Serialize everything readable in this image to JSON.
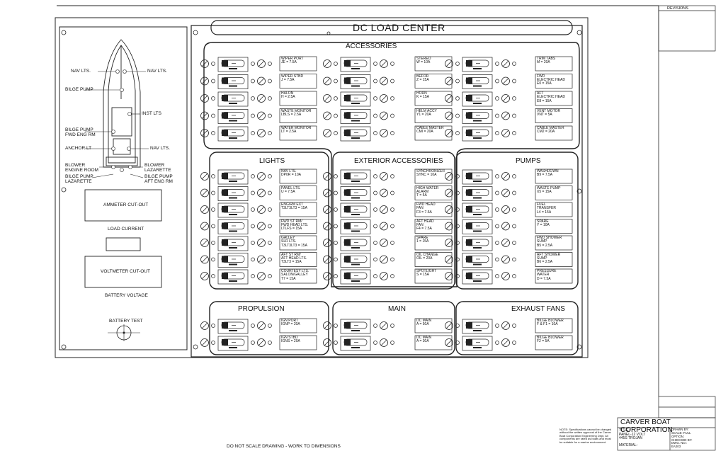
{
  "title": "DC LOAD CENTER",
  "sections": {
    "accessories": "ACCESSORIES",
    "lights": "LIGHTS",
    "exterior": "EXTERIOR ACCESSORIES",
    "pumps": "PUMPS",
    "propulsion": "PROPULSION",
    "main": "MAIN",
    "exhaust": "EXHAUST FANS"
  },
  "accessories_left": [
    "WIPER PORT\nJE = 7.5A",
    "WIPER STBD\nJ = 7.5A",
    "HALON\nH = 2.5A",
    "WASTE MONITOR\nLBLS = 2.5A",
    "WATER MONITOR\nLT = 2.5A"
  ],
  "accessories_mid": [
    "STEREO\nW = 10A",
    "BEFOR\nZ = 15A",
    "HORN\nK = 15A",
    "HELM ACCY\nY1 = 20A",
    "CABLE MASTER\nCMI = 20A"
  ],
  "accessories_right": [
    "TRIM TABS\nM = 20A",
    "FWD\nELECTRIC HEAD\nE0 = 15A",
    "AFT\nELECTRIC HEAD\nE8 = 15A",
    "VENT MOTOR\nVNT = 5A",
    "CABLE MASTER\nCM2 = 20A"
  ],
  "lights": [
    "NAV LTS.\nDP0R = 10A",
    "PANEL LTS.\nU = 7.5A",
    "ENG/RM EXT\nT3LT3LT3 = 15A",
    "FWD ST RM/\nFWD HEAD LTS.\nLTLFS = 15A",
    "GALLEY\nSLR LTS.\nT3LT3LT3 = 15A",
    "AFT ST RM/\nAFT HEAD LTS.\nT3LT3 = 15A",
    "COURTESY LTS.\nSALON/GALLEY\nT7 = 15A"
  ],
  "exterior": [
    "SYNCHRONIZER\nSYNC = 10A",
    "HIGH WATER\nALARM\nT = 5A",
    "FWD HEAD\nFAN\nF3 = 7.5A",
    "AFT HEAD\nFAN\nF4 = 7.5A",
    "SPARE\n1 = 15A",
    "OIL CHANGE\nOIL = 20A",
    "SPOTLIGHT\nS = 15A"
  ],
  "pumps": [
    "WASHDOWN\nB9 = 7.5A",
    "WASTE PUMP\nX5 = 15A",
    "FUEL\nTRANSFER\nL4 = 15A",
    "SPARE\nY = 10A",
    "FWD SHOWER\nSUMP\nB5 = 2.5A",
    "AFT SHOWER\nSUMP\nB6 = 2.5A",
    "PRESSURE\nWATER\nD = 7.5A"
  ],
  "propulsion": [
    "IGN PORT\nIGNP = 20A",
    "IGN STBD\nIGNS = 20A"
  ],
  "main": [
    "DC MAIN\nA = 50A",
    "DC MAIN\nA = 30A"
  ],
  "exhaust": [
    "BILGE BLOWER\nF & F1 = 10A",
    "BILGE BLOWER\nF2 = 5A"
  ],
  "boat_labels": {
    "nav_left": "NAV LTS.",
    "nav_right": "NAV LTS.",
    "bilge_pump": "BILGE PUMP",
    "inst_lts": "INST LTS",
    "bilge_pump_fwd": "BILGE PUMP\nFWD ENG RM",
    "anchor": "ANCHOR LT",
    "nav_lts_right2": "NAV LTS.",
    "blower_engine": "BLOWER\nENGINE ROOM",
    "blower_laz": "BLOWER\nLAZARETTE",
    "bilge_laz": "BILGE PUMP\nLAZARETTE",
    "bilge_aft": "BILGE PUMP\nAFT ENG RM"
  },
  "ammeter": "AMMETER CUT-OUT",
  "load_current": "LOAD CURRENT",
  "voltmeter": "VOLTMETER CUT-OUT",
  "battery_voltage": "BATTERY VOLTAGE",
  "battery_test": "BATTERY TEST",
  "footer": "DO NOT SCALE DRAWING - WORK TO DIMENSIONS",
  "company": "CARVER BOAT CORPORATION",
  "title_block": {
    "title": "TITLE:\nPANEL-12 VOLT\n445S TROJAN",
    "material": "MATERIAL:",
    "drawn": "DRAWN BY:\nSCALE: FULL\nOPTION:\nCHECKED BY:\nDWG. NO.:\nEA203",
    "note": "NOTE: Specifications cannot be changed\nwithout the written approval of the Carver\nBoat Corporation Engineering Dept. All\ncomponents are rated as boats and must\nbe suitable for a marine environment.",
    "revisions": "REVISIONS"
  }
}
